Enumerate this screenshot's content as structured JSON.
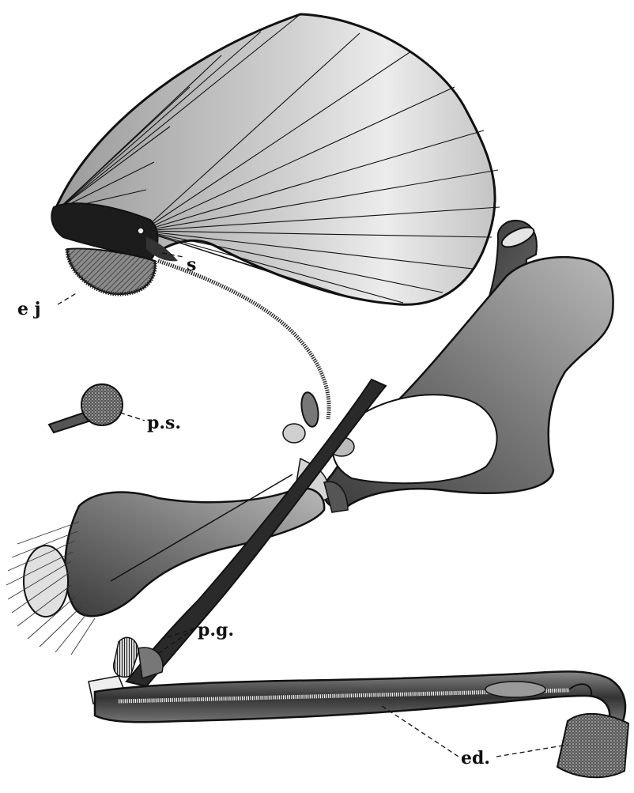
{
  "labels": {
    "ej": "e j",
    "s": "s",
    "ps": "p.s.",
    "pg": "p.g.",
    "ed": "ed."
  },
  "colors": {
    "ink": "#111111",
    "wash_light": "#cfcfcf",
    "wash_mid": "#9a9a9a",
    "wash_dark": "#555555",
    "paper": "#ffffff"
  }
}
